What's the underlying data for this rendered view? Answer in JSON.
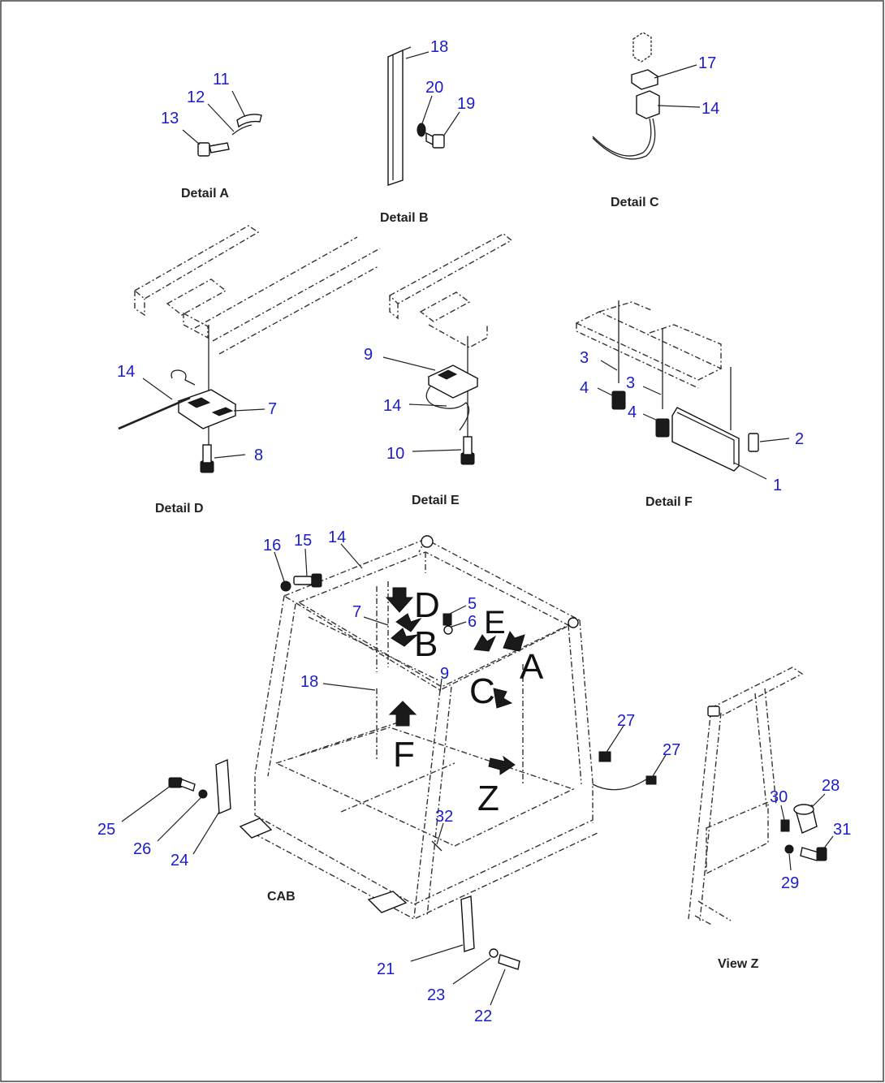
{
  "captions": {
    "detail_a": "Detail A",
    "detail_b": "Detail B",
    "detail_c": "Detail C",
    "detail_d": "Detail D",
    "detail_e": "Detail E",
    "detail_f": "Detail F",
    "cab": "CAB",
    "view_z": "View Z"
  },
  "view_letters": {
    "a": "A",
    "b": "B",
    "c": "C",
    "d": "D",
    "e": "E",
    "f": "F",
    "z": "Z"
  },
  "callouts": {
    "detail_a": [
      "11",
      "12",
      "13"
    ],
    "detail_b": [
      "18",
      "20",
      "19"
    ],
    "detail_c": [
      "17",
      "14"
    ],
    "detail_d": [
      "14",
      "7",
      "8"
    ],
    "detail_e": [
      "9",
      "14",
      "10"
    ],
    "detail_f": [
      "3",
      "4",
      "3",
      "4",
      "2",
      "1"
    ],
    "cab": [
      "16",
      "15",
      "14",
      "7",
      "5",
      "6",
      "18",
      "9",
      "27",
      "27",
      "25",
      "26",
      "24",
      "32",
      "21",
      "23",
      "22"
    ],
    "view_z": [
      "28",
      "30",
      "31",
      "29"
    ]
  }
}
